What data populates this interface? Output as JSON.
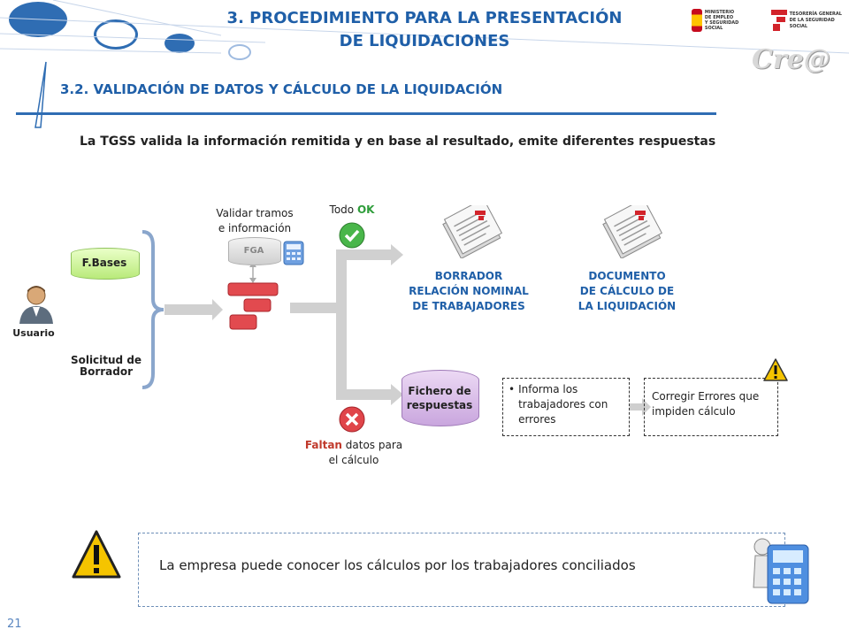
{
  "header": {
    "title_line1": "3. PROCEDIMIENTO PARA LA PRESENTACIÓN",
    "title_line2": "DE LIQUIDACIONES",
    "subtitle": "3.2. VALIDACIÓN DE DATOS Y CÁLCULO DE LA LIQUIDACIÓN",
    "logo_ministry_lines": [
      "MINISTERIO",
      "DE EMPLEO",
      "Y SEGURIDAD SOCIAL"
    ],
    "logo_tgss_lines": [
      "TESORERÍA GENERAL",
      "DE LA SEGURIDAD SOCIAL"
    ],
    "brand": "Cre@"
  },
  "intro": "La TGSS valida la información remitida y en base al resultado, emite diferentes respuestas",
  "diagram": {
    "user_label": "Usuario",
    "fbases": "F.Bases",
    "request_line1": "Solicitud de",
    "request_line2": "Borrador",
    "validate_line1": "Validar tramos",
    "validate_line2": "e información",
    "fga": "FGA",
    "ok_prefix": "Todo ",
    "ok_word": "OK",
    "doc1_line1": "BORRADOR",
    "doc1_line2": "RELACIÓN NOMINAL",
    "doc1_line3": "DE TRABAJADORES",
    "doc2_line1": "DOCUMENTO",
    "doc2_line2": "DE CÁLCULO DE",
    "doc2_line3": "LA LIQUIDACIÓN",
    "responses_line1": "Fichero de",
    "responses_line2": "respuestas",
    "missing_word": "Faltan",
    "missing_rest": " datos para",
    "missing_line2": "el cálculo",
    "informs_line1": "Informa los",
    "informs_line2": "trabajadores con",
    "informs_line3": "errores",
    "correct_line1": "Corregir Errores que",
    "correct_line2": "impiden cálculo"
  },
  "note": "La empresa puede conocer los cálculos por los trabajadores conciliados",
  "page_number": "21",
  "colors": {
    "accent": "#1f5fa8",
    "ok": "#1f5fa8",
    "error": "#c0392b",
    "warning": "#f5c400"
  }
}
